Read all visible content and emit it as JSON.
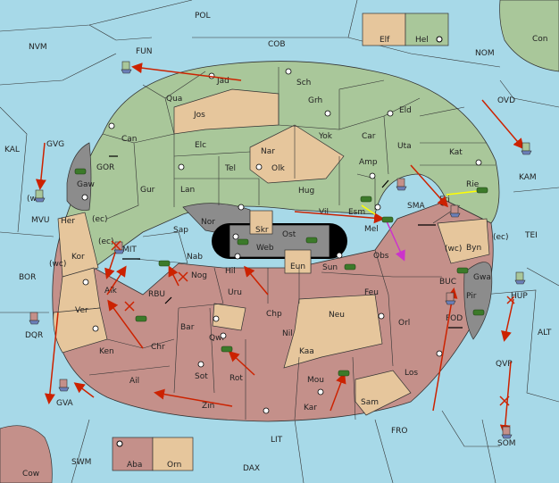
{
  "colors": {
    "sea": "#a7d9e8",
    "green": "#a9c79a",
    "tan": "#e6c69c",
    "brown": "#c4908a",
    "gray": "#8c8c8c",
    "black": "#000000",
    "order_arrow": "#cc2200",
    "support_line": "#ffff00",
    "magenta_arrow": "#cc33cc"
  },
  "legend": {
    "top": [
      "Elf",
      "Hel"
    ],
    "bottom": [
      "Aba",
      "Orn"
    ]
  },
  "sea_labels": [
    "POL",
    "NVM",
    "FUN",
    "COB",
    "NOM",
    "Con",
    "OVD",
    "KAL",
    "GVG",
    "KAM",
    "MVU",
    "GOR",
    "SMA",
    "TEI",
    "BOR",
    "RBU",
    "BUC",
    "MIT",
    "ALT",
    "DQR",
    "QVP",
    "GVA",
    "SOM",
    "FRO",
    "LIT",
    "SWM",
    "DAX",
    "Cow",
    "(wc)",
    "(ec)",
    "(wc)",
    "(ec)",
    "(wc)",
    "(ec)"
  ],
  "land_labels": [
    "Jad",
    "Sch",
    "Qua",
    "Jos",
    "Grh",
    "Eld",
    "Can",
    "Elc",
    "Yok",
    "Car",
    "Uta",
    "Nar",
    "Amp",
    "Kat",
    "Tel",
    "Olk",
    "Gur",
    "Lan",
    "Hug",
    "Rie",
    "Gaw",
    "Vil",
    "Esm",
    "Eri",
    "Her",
    "Nor",
    "Skr",
    "Ost",
    "Mel",
    "Sap",
    "Web",
    "Byn",
    "Kor",
    "Eun",
    "Obs",
    "Nab",
    "Sun",
    "Gwa",
    "Nog",
    "Hil",
    "Alk",
    "Uru",
    "Feu",
    "Pir",
    "Chp",
    "Neu",
    "Ver",
    "Bar",
    "Qwi",
    "Nil",
    "Orl",
    "Ken",
    "Chr",
    "Kaa",
    "Ail",
    "Sot",
    "Rot",
    "Mou",
    "Los",
    "Zin",
    "Kar",
    "Sam",
    "HUP",
    "FOD"
  ]
}
